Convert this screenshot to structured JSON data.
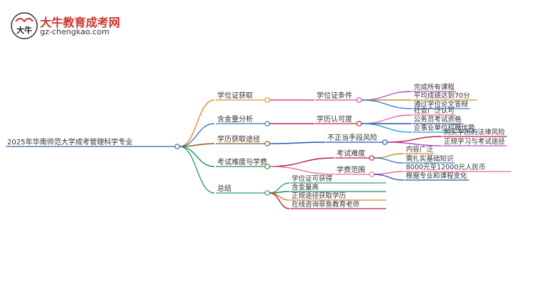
{
  "brand": {
    "name": "大牛教育成考网",
    "url": "gz-chengkao.com",
    "logo_glyph": "大牛"
  },
  "mindmap": {
    "root": "2025年华南师范大学成考管理科学专业",
    "branches": [
      {
        "label": "学位证获取",
        "color": "#f08a24",
        "children": [
          {
            "label": "学位证条件",
            "color": "#e0458f",
            "children": [
              "完成所有课程",
              "平均成绩达到70分",
              "通过学位论文答辩"
            ]
          }
        ]
      },
      {
        "label": "含金量分析",
        "color": "#3d6fc8",
        "children": [
          {
            "label": "学历认可度",
            "color": "#cc2244",
            "children": [
              "社会广泛认可",
              "公务员考试资格",
              "企事业单位招聘优势"
            ]
          }
        ]
      },
      {
        "label": "学历获取途径",
        "color": "#8a5a2b",
        "children": [
          {
            "label": "不正当手段风险",
            "color": "#2a52b8",
            "children": [
              "购买学历的法律风险",
              "正规学习与考试途径"
            ]
          }
        ]
      },
      {
        "label": "考试难度与学费",
        "color": "#1f9a48",
        "children": [
          {
            "label": "考试难度",
            "color": "#c01f3c",
            "children": [
              "内容广泛",
              "需扎实基础知识"
            ]
          },
          {
            "label": "学费范围",
            "color": "#e06aa8",
            "children": [
              "8000元至12000元人民币",
              "根据专业和课程变化"
            ]
          }
        ]
      },
      {
        "label": "总结",
        "color": "#2a9c8e",
        "children": [
          "学位证可获得",
          "含金量高",
          "正规途径获取学历",
          "在线咨询菲鱼教育老师"
        ]
      }
    ]
  },
  "colors": {
    "root_underline": "#3d62a8",
    "leaf_underline_colors": [
      "#b44fc0",
      "#c89020",
      "#2f7bd0",
      "#e06aa8",
      "#2a52b8",
      "#1a9ed0",
      "#c01f3c"
    ]
  }
}
